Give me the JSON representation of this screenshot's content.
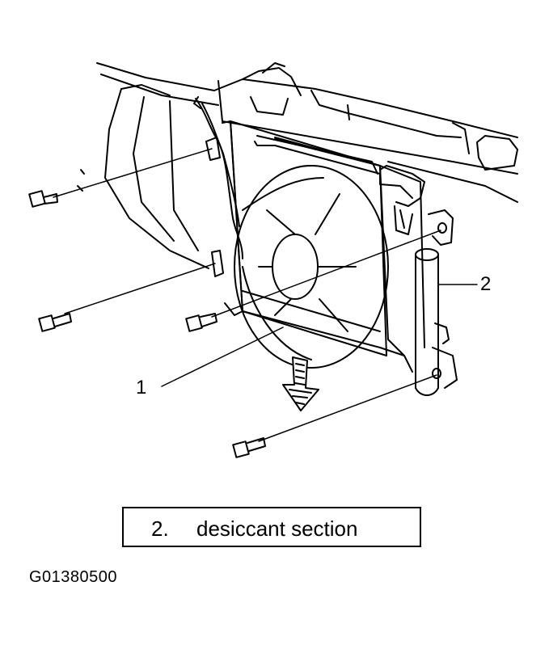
{
  "callouts": {
    "one": "1",
    "two": "2"
  },
  "legend": {
    "number": "2.",
    "text": "desiccant section"
  },
  "figure_code": "G01380500",
  "colors": {
    "ink": "#000000",
    "background": "#ffffff"
  }
}
